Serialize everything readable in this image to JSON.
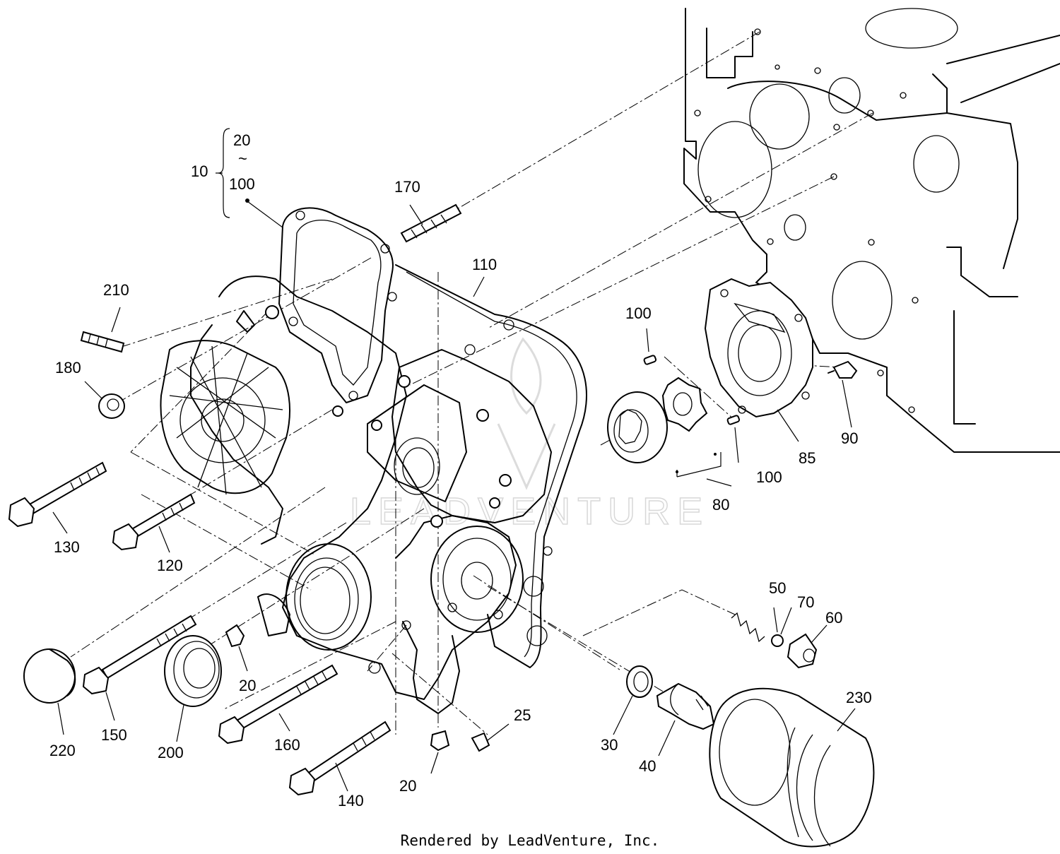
{
  "footer": "Rendered by LeadVenture, Inc.",
  "watermark": "LEADVENTURE",
  "group_label": {
    "main": "10",
    "range_start": "20",
    "range_sep": "~",
    "range_end": "100"
  },
  "callouts": [
    {
      "id": "c170",
      "text": "170"
    },
    {
      "id": "c110",
      "text": "110"
    },
    {
      "id": "c210",
      "text": "210"
    },
    {
      "id": "c180",
      "text": "180"
    },
    {
      "id": "c130",
      "text": "130"
    },
    {
      "id": "c120",
      "text": "120"
    },
    {
      "id": "c100a",
      "text": "100"
    },
    {
      "id": "c100b",
      "text": "100"
    },
    {
      "id": "c85",
      "text": "85"
    },
    {
      "id": "c90",
      "text": "90"
    },
    {
      "id": "c80",
      "text": "80"
    },
    {
      "id": "c50",
      "text": "50"
    },
    {
      "id": "c70",
      "text": "70"
    },
    {
      "id": "c60",
      "text": "60"
    },
    {
      "id": "c20a",
      "text": "20"
    },
    {
      "id": "c20b",
      "text": "20"
    },
    {
      "id": "c25",
      "text": "25"
    },
    {
      "id": "c220",
      "text": "220"
    },
    {
      "id": "c150",
      "text": "150"
    },
    {
      "id": "c200",
      "text": "200"
    },
    {
      "id": "c160",
      "text": "160"
    },
    {
      "id": "c140",
      "text": "140"
    },
    {
      "id": "c30",
      "text": "30"
    },
    {
      "id": "c40",
      "text": "40"
    },
    {
      "id": "c230",
      "text": "230"
    }
  ]
}
